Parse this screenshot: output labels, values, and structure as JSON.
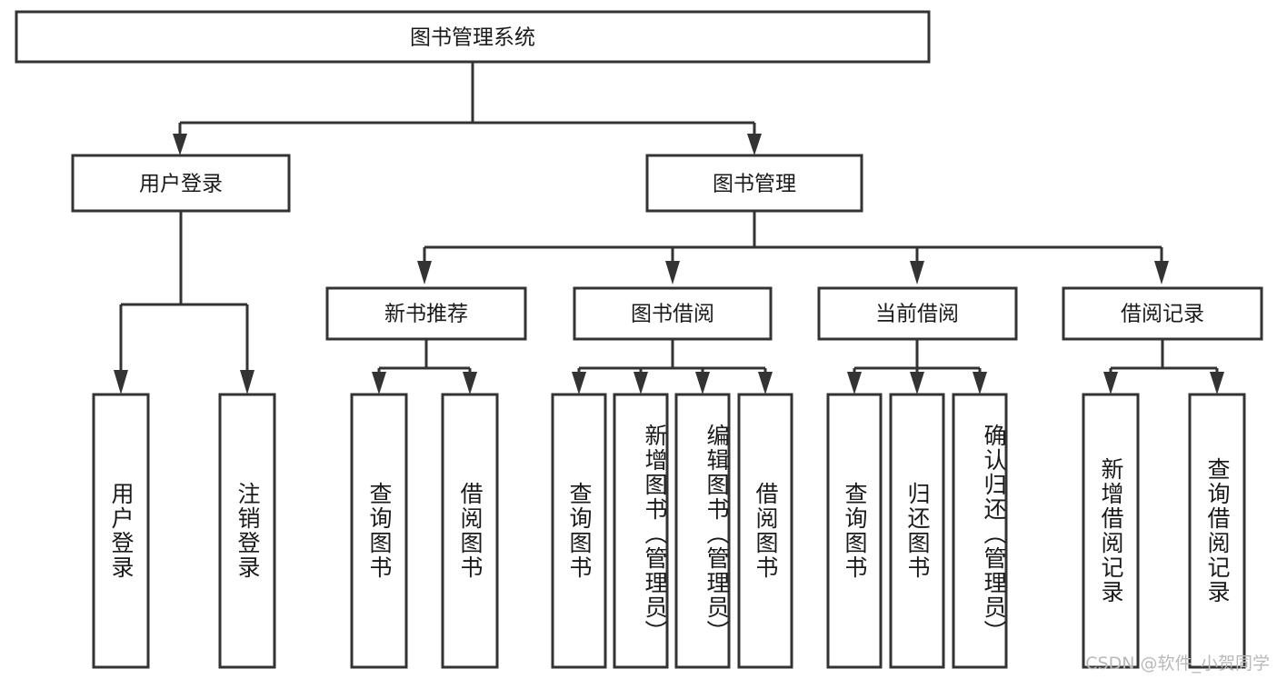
{
  "diagram": {
    "title": "图书管理系统",
    "type": "hierarchy-tree",
    "orientation": "top-down",
    "colors": {
      "box_stroke": "#333333",
      "box_fill": "#ffffff",
      "text": "#1a1a1a",
      "watermark": "#b9b9b9",
      "background": "#ffffff"
    },
    "root": {
      "label": "图书管理系统"
    },
    "level2": [
      {
        "label": "用户登录"
      },
      {
        "label": "图书管理"
      }
    ],
    "level3": [
      {
        "label": "新书推荐"
      },
      {
        "label": "图书借阅"
      },
      {
        "label": "当前借阅"
      },
      {
        "label": "借阅记录"
      }
    ],
    "leaves": {
      "user_login": [
        {
          "label": "用户登录"
        },
        {
          "label": "注销登录"
        }
      ],
      "new_book_recommend": [
        {
          "label": "查询图书"
        },
        {
          "label": "借阅图书"
        }
      ],
      "book_borrow": [
        {
          "label": "查询图书"
        },
        {
          "label": "新增图书（管理员）"
        },
        {
          "label": "编辑图书（管理员）"
        },
        {
          "label": "借阅图书"
        }
      ],
      "current_borrow": [
        {
          "label": "查询图书"
        },
        {
          "label": "归还图书"
        },
        {
          "label": "确认归还（管理员）"
        }
      ],
      "borrow_record": [
        {
          "label": "新增借阅记录"
        },
        {
          "label": "查询借阅记录"
        }
      ]
    },
    "watermark": "CSDN @软件_小贺同学"
  }
}
